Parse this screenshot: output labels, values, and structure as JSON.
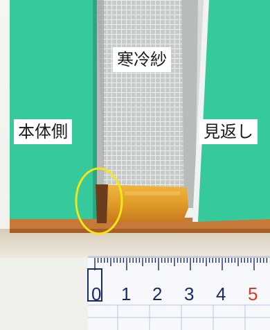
{
  "labels": {
    "cheesecloth": "寒冷紗",
    "body_side": "本体側",
    "facing": "見返し"
  },
  "ruler": {
    "numbers": [
      "0",
      "1",
      "2",
      "3",
      "4",
      "5"
    ]
  },
  "colors": {
    "board_green": "#34c89a",
    "mesh_grey": "#c7cac8",
    "tape_amber": "#e2a12a",
    "highlight_circle": "#f4e612",
    "ruler_mark_red": "#d63a2a"
  }
}
